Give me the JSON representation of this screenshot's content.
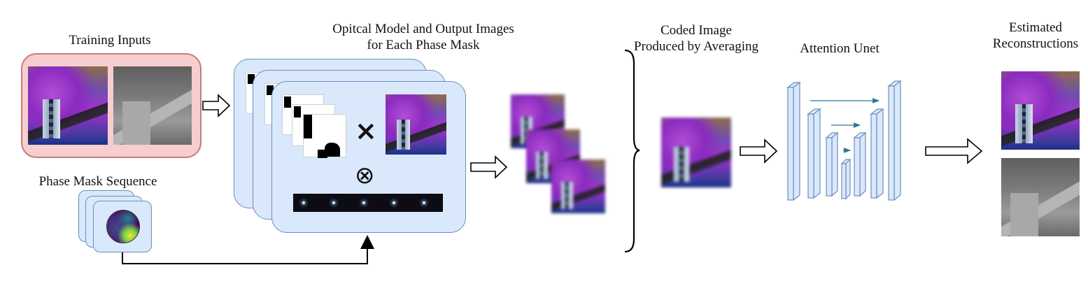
{
  "labels": {
    "training_inputs": "Training Inputs",
    "phase_mask_sequence": "Phase Mask Sequence",
    "optical_model_line1": "Opitcal Model and Output Images",
    "optical_model_line2": "for Each Phase Mask",
    "coded_image_line1": "Coded Image",
    "coded_image_line2": "Produced by Averaging",
    "attention_unet": "Attention Unet",
    "estimated_line1": "Estimated",
    "estimated_line2": "Reconstructions"
  },
  "symbols": {
    "multiply": "×",
    "convolve": "⊗"
  },
  "colors": {
    "pink_fill": "#f8cdcd",
    "pink_stroke": "#c47d7d",
    "blue_fill": "#dae8fc",
    "blue_stroke": "#6c8ebf",
    "skip_arrow": "#2b7a99"
  },
  "icons": {
    "flow_arrow": "hollow-right-arrow",
    "brace": "right-curly-brace"
  }
}
